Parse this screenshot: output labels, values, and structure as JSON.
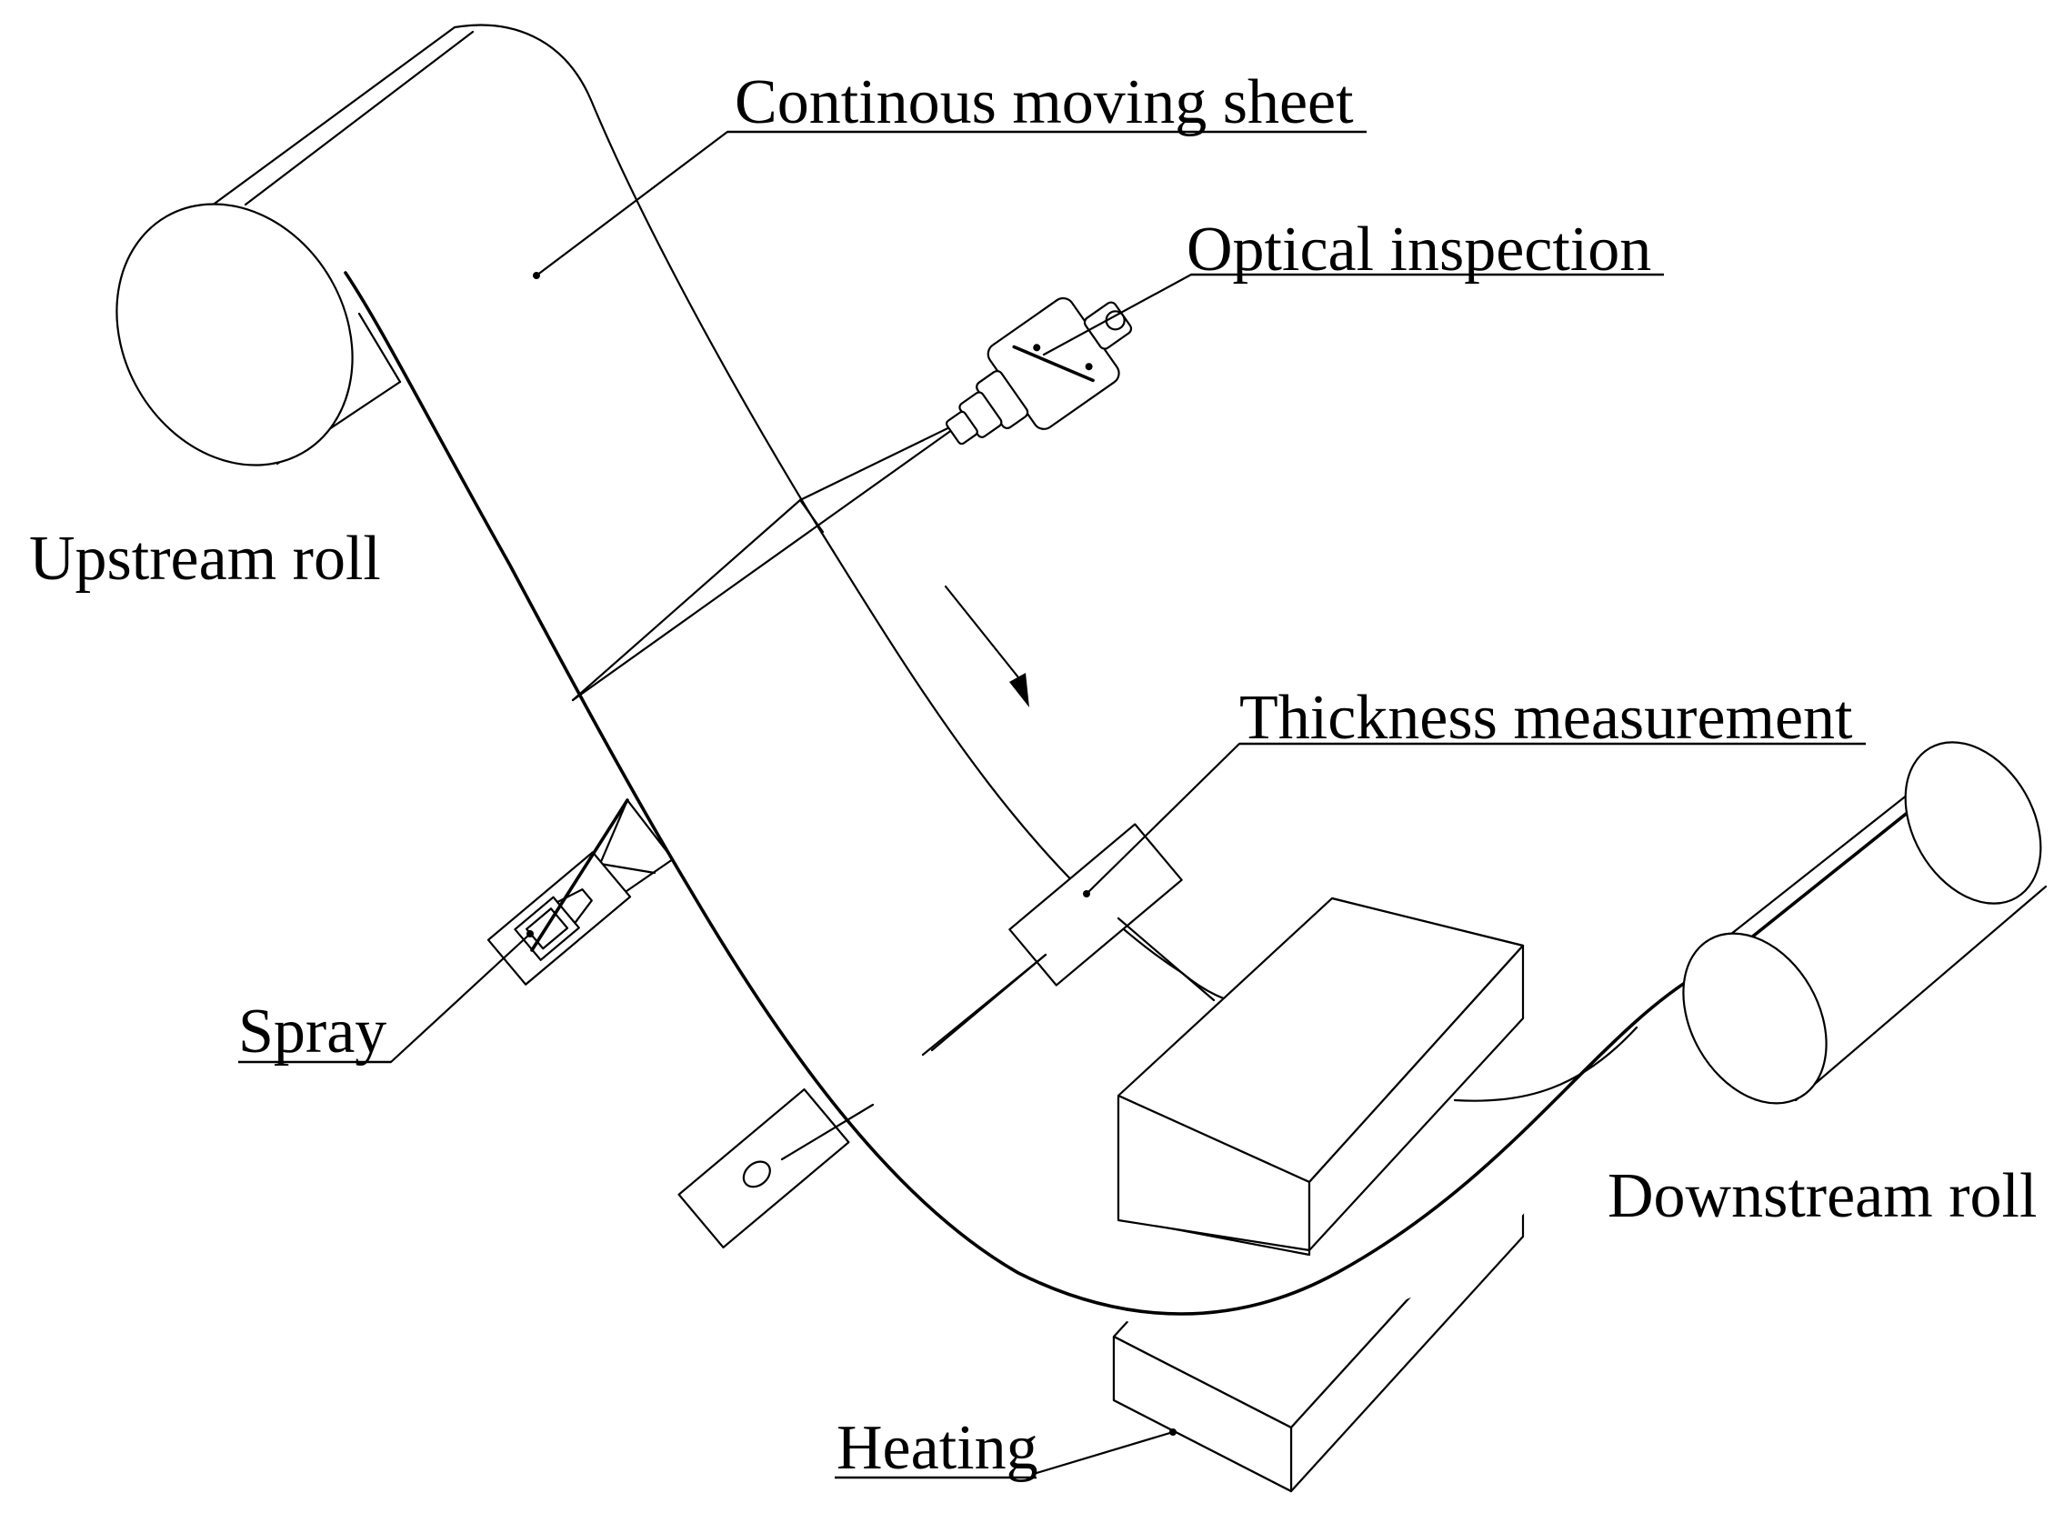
{
  "labels": {
    "sheet": "Continous moving sheet",
    "optical": "Optical inspection",
    "upstream": "Upstream roll",
    "thickness": "Thickness measurement",
    "spray": "Spray",
    "downstream": "Downstream roll",
    "heating": "Heating"
  }
}
